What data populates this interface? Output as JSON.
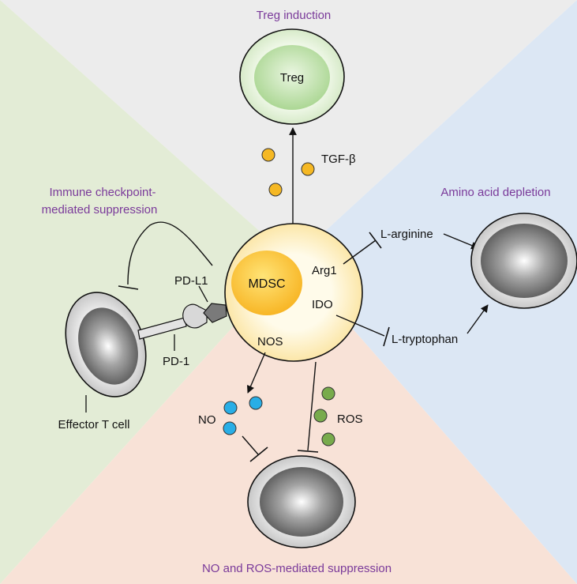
{
  "captions": {
    "treg_induction": "Treg induction",
    "checkpoint_line1": "Immune checkpoint-",
    "checkpoint_line2": "mediated suppression",
    "amino_acid": "Amino acid depletion",
    "no_ros": "NO and ROS-mediated suppression"
  },
  "labels": {
    "treg": "Treg",
    "mdsc": "MDSC",
    "tgf_beta": "TGF-β",
    "pd_l1": "PD-L1",
    "pd_1": "PD-1",
    "effector_t_cell": "Effector T cell",
    "arg1": "Arg1",
    "ido": "IDO",
    "nos": "NOS",
    "l_arginine": "L-arginine",
    "l_tryptophan": "L-tryptophan",
    "no": "NO",
    "ros": "ROS"
  },
  "colors": {
    "sector_top": "#ececec",
    "sector_left": "#e3ecd6",
    "sector_right": "#dce7f4",
    "sector_bottom": "#f8e2d7",
    "caption": "#7a3a9a",
    "tgf_particle": "#f5b824",
    "no_particle": "#29aee6",
    "ros_particle": "#78ab4c"
  }
}
